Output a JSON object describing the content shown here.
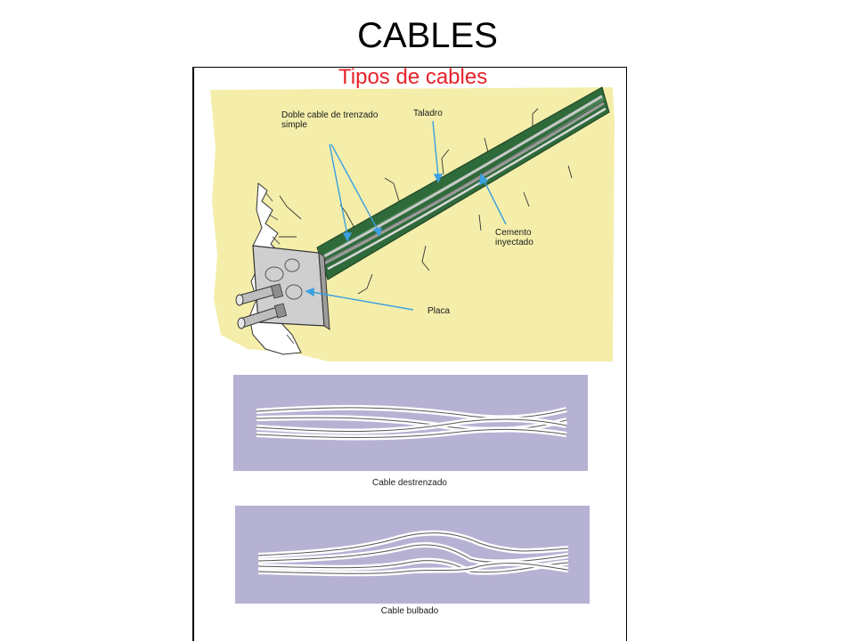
{
  "slide": {
    "title": "CABLES",
    "subtitle": "Tipos de cables"
  },
  "anchor_diagram": {
    "labels": {
      "double_cable": "Doble cable de trenzado simple",
      "drill": "Taladro",
      "grout": "Cemento inyectado",
      "plate": "Placa"
    },
    "colors": {
      "rock": "#f4eeaa",
      "grout": "#2f6b3a",
      "plate": "#cfcfcf",
      "arrow": "#3aa0e0"
    }
  },
  "cable_panels": [
    {
      "caption": "Cable destrenzado",
      "background": "#b6b2d4"
    },
    {
      "caption": "Cable bulbado",
      "background": "#b6b2d4"
    }
  ]
}
